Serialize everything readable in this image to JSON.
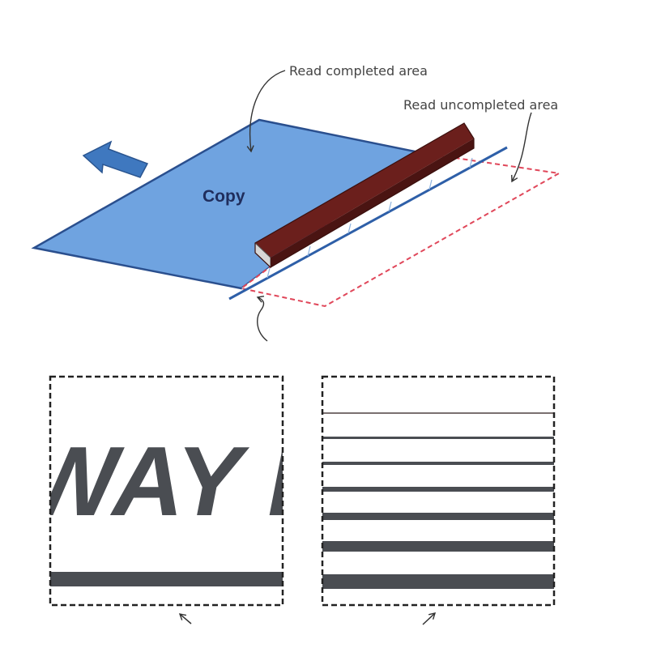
{
  "labels": {
    "read_completed": "Read completed area",
    "read_uncompleted": "Read uncompleted area",
    "document": "Copy"
  },
  "left_panel": {
    "text": "WAY M"
  },
  "colors": {
    "document_fill": "#6fa3e0",
    "document_edge": "#2a4f8e",
    "scanner_bar": "#6b1f1c",
    "scan_line": "#2e5fa8",
    "uncompleted_outline": "#e0475a",
    "direction_arrow": "#3f78bf",
    "panel_border": "#222222",
    "panel_ink": "#4a4d52"
  },
  "icons": {
    "direction": "arrow-left-icon"
  }
}
